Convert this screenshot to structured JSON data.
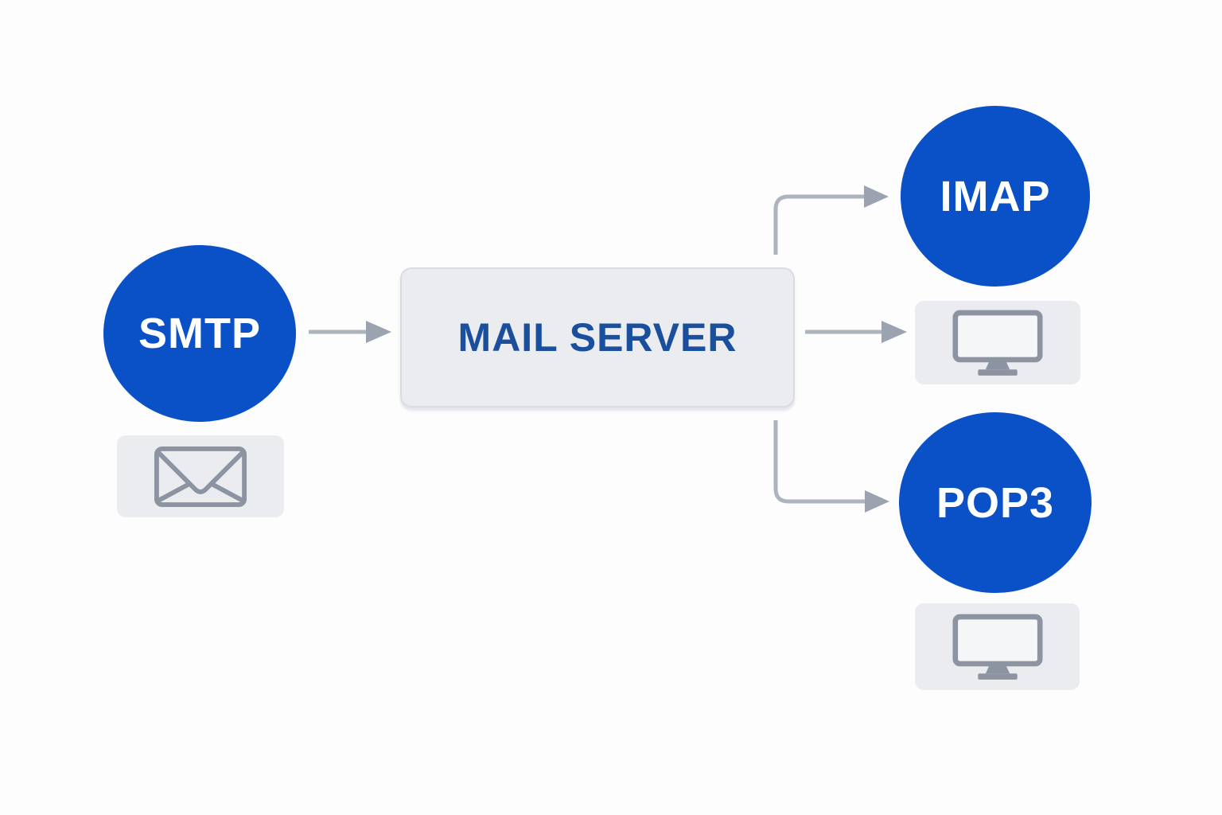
{
  "colors": {
    "background": "#FDFDFE",
    "node_blue": "#0A51C7",
    "server_text_blue": "#1A4F9E",
    "panel_fill": "#EAECEF",
    "panel_border": "#D9DCE1",
    "connector_line": "#AEB4BE",
    "connector_arrow": "#9BA3B0",
    "icon_stroke": "#8C94A1"
  },
  "nodes": {
    "smtp": {
      "label": "SMTP",
      "shape": "circle"
    },
    "mail_server": {
      "label": "MAIL SERVER",
      "shape": "rounded-box"
    },
    "imap": {
      "label": "IMAP",
      "shape": "circle"
    },
    "pop3": {
      "label": "POP3",
      "shape": "circle"
    }
  },
  "icons": {
    "sender_client": "envelope-icon",
    "imap_client": "monitor-icon",
    "pop3_client": "monitor-icon"
  },
  "edges": [
    {
      "from": "SMTP",
      "to": "MAIL SERVER",
      "style": "straight-arrow"
    },
    {
      "from": "MAIL SERVER",
      "to": "IMAP",
      "style": "elbow-arrow-up"
    },
    {
      "from": "MAIL SERVER",
      "to": "IMAP client monitor",
      "style": "straight-arrow"
    },
    {
      "from": "MAIL SERVER",
      "to": "POP3",
      "style": "elbow-arrow-down"
    }
  ]
}
